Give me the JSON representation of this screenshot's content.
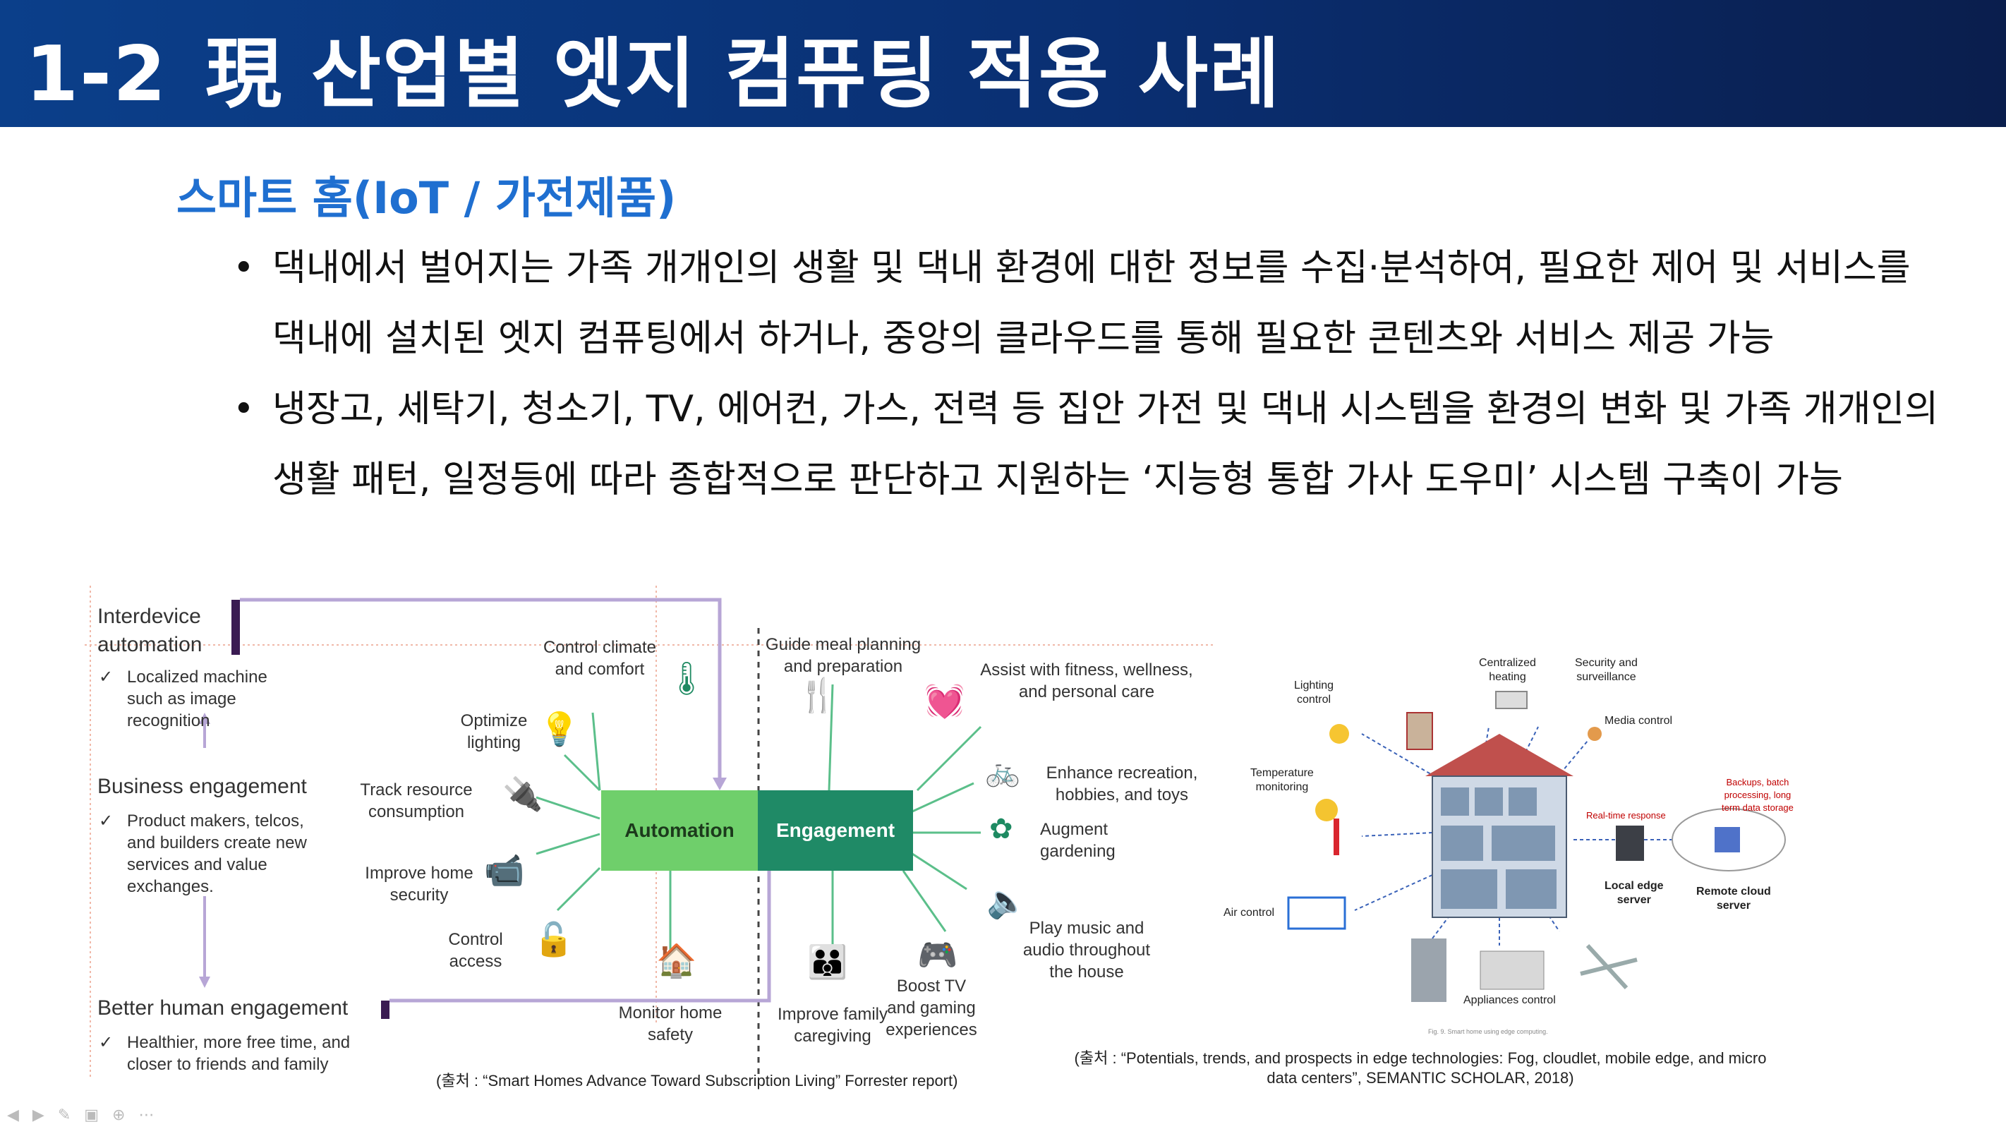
{
  "header": {
    "number": "1-2",
    "title": "現 산업별 엣지 컴퓨팅 적용 사례"
  },
  "section": {
    "title": "스마트 홈(IoT / 가전제품)"
  },
  "bullets": [
    {
      "line1": "댁내에서 벌어지는 가족 개개인의 생활 및 댁내 환경에 대한 정보를 수집·분석하여, 필요한 제어 및 서비스를",
      "line2": "댁내에 설치된 엣지 컴퓨팅에서 하거나, 중앙의 클라우드를 통해 필요한 콘텐츠와 서비스 제공 가능"
    },
    {
      "line1": "냉장고, 세탁기, 청소기, TV, 에어컨, 가스, 전력 등 집안 가전 및 댁내 시스템을 환경의 변화 및 가족 개개인의",
      "line2": "생활 패턴, 일정등에 따라 종합적으로 판단하고 지원하는 ‘지능형 통합 가사 도우미’ 시스템 구축이 가능"
    }
  ],
  "figure_left": {
    "levels": [
      {
        "title1": "Interdevice",
        "title2": "automation",
        "detail": [
          "Localized machine",
          "such as image",
          "recognition"
        ]
      },
      {
        "title1": "Business engagement",
        "detail": [
          "Product makers, telcos,",
          "and builders create new",
          "services and value",
          "exchanges."
        ]
      },
      {
        "title1": "Better human engagement",
        "detail": [
          "Healthier, more free time, and",
          "closer to friends and family"
        ]
      }
    ],
    "checkmark": "✓",
    "center_left": "Automation",
    "center_right": "Engagement",
    "automation_items": {
      "climate": [
        "Control climate",
        "and comfort"
      ],
      "lighting": [
        "Optimize",
        "lighting"
      ],
      "resource": [
        "Track resource",
        "consumption"
      ],
      "security": [
        "Improve home",
        "security"
      ],
      "access": [
        "Control",
        "access"
      ],
      "safety": [
        "Monitor home",
        "safety"
      ]
    },
    "engagement_items": {
      "meal": [
        "Guide meal planning",
        "and preparation"
      ],
      "fitness": [
        "Assist with fitness, wellness,",
        "and personal care"
      ],
      "recreation": [
        "Enhance recreation,",
        "hobbies, and toys"
      ],
      "garden": [
        "Augment",
        "gardening"
      ],
      "music": [
        "Play music and",
        "audio throughout",
        "the house"
      ],
      "tv": [
        "Boost TV",
        "and gaming",
        "experiences"
      ],
      "family": [
        "Improve family",
        "caregiving"
      ]
    },
    "colors": {
      "automation": "#6fcf6b",
      "engagement": "#1f8a66",
      "arrow": "#b7a6d6",
      "bar": "#3a1b52"
    },
    "icons": {
      "climate": "thermometer-icon",
      "lighting": "bulb-icon",
      "resource": "plug-icon",
      "security": "camera-icon",
      "access": "lock-icon",
      "safety": "shield-house-icon",
      "meal": "clock-fork-icon",
      "fitness": "heart-icon",
      "recreation": "bike-icon",
      "garden": "flower-icon",
      "music": "speaker-icon",
      "tv": "gamepad-icon",
      "family": "family-icon"
    },
    "caption": "(출처 : “Smart Homes Advance Toward Subscription Living” Forrester report)"
  },
  "figure_right": {
    "labels": {
      "heating": [
        "Centralized",
        "heating"
      ],
      "security": [
        "Security and",
        "surveillance"
      ],
      "lighting": [
        "Lighting",
        "control"
      ],
      "media": [
        "Media control"
      ],
      "temperature": [
        "Temperature",
        "monitoring"
      ],
      "backup": [
        "Backups, batch",
        "processing, long",
        "term data storage"
      ],
      "realtime": [
        "Real-time response"
      ],
      "local": [
        "Local edge",
        "server"
      ],
      "remote": [
        "Remote cloud",
        "server"
      ],
      "air": [
        "Air control"
      ],
      "appliances": [
        "Appliances control"
      ]
    },
    "fig_note": "Fig. 9. Smart home using edge computing.",
    "caption1": "(출처 : “Potentials, trends, and prospects in edge technologies: Fog, cloudlet, mobile edge, and micro",
    "caption2": "data centers”, SEMANTIC SCHOLAR, 2018)"
  }
}
